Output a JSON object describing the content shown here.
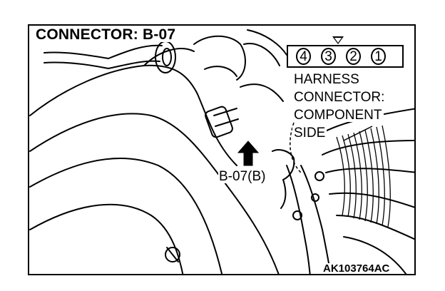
{
  "title": "CONNECTOR: B-07",
  "connector_pins": [
    "4",
    "3",
    "2",
    "1"
  ],
  "description_lines": [
    "HARNESS",
    "CONNECTOR:",
    "COMPONENT",
    "SIDE"
  ],
  "callout_label": "B-07(B)",
  "figure_id": "AK103764AC"
}
